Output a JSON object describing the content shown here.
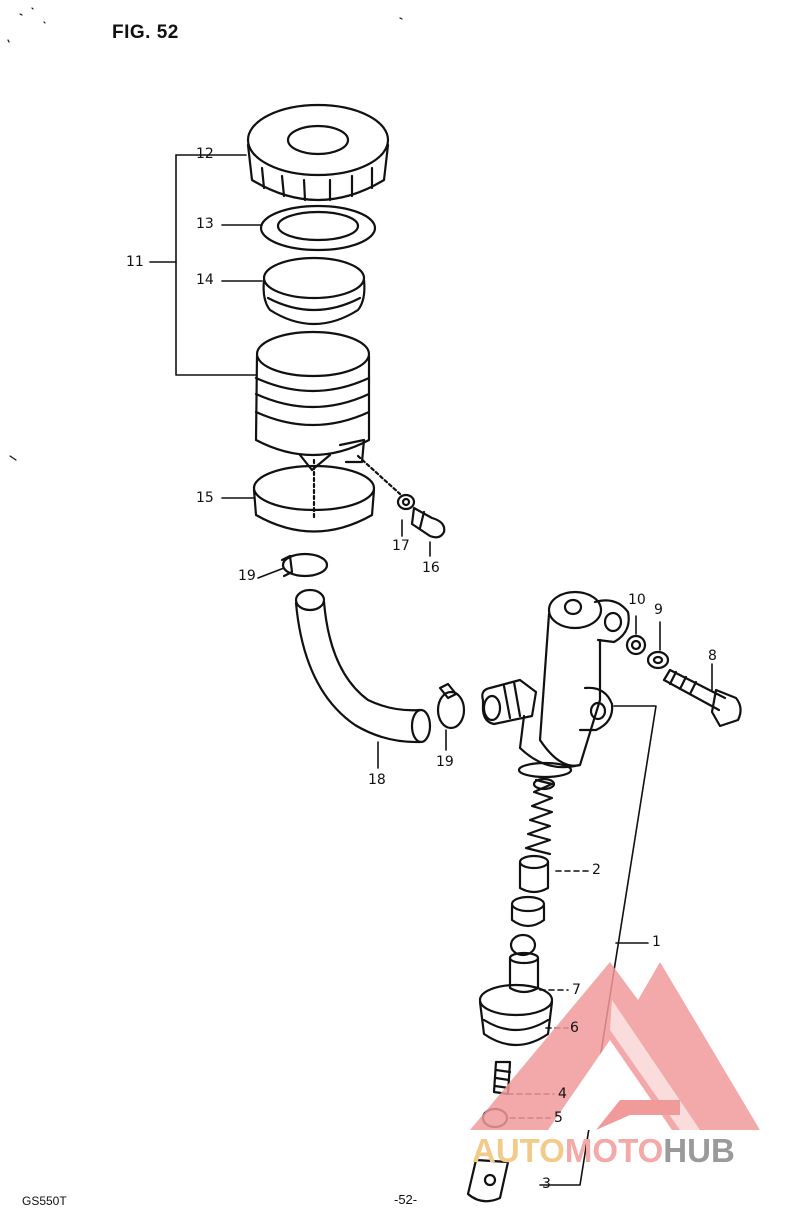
{
  "figure": {
    "title": "FIG. 52",
    "model": "GS550T",
    "page": "-52-"
  },
  "callouts": {
    "c1": "1",
    "c2": "2",
    "c3": "3",
    "c4": "4",
    "c5": "5",
    "c6": "6",
    "c7": "7",
    "c8": "8",
    "c9": "9",
    "c10": "10",
    "c11": "11",
    "c12": "12",
    "c13": "13",
    "c14": "14",
    "c15": "15",
    "c16": "16",
    "c17": "17",
    "c18": "18",
    "c19a": "19",
    "c19b": "19"
  },
  "watermark": {
    "part1": "AUTO",
    "part2": "MOTO",
    "part3": "HUB",
    "colors": {
      "triangle": "#f19a9a",
      "auto": "#f2cb8a",
      "moto": "#f4a8a8",
      "hub": "#9a9a9a"
    }
  }
}
